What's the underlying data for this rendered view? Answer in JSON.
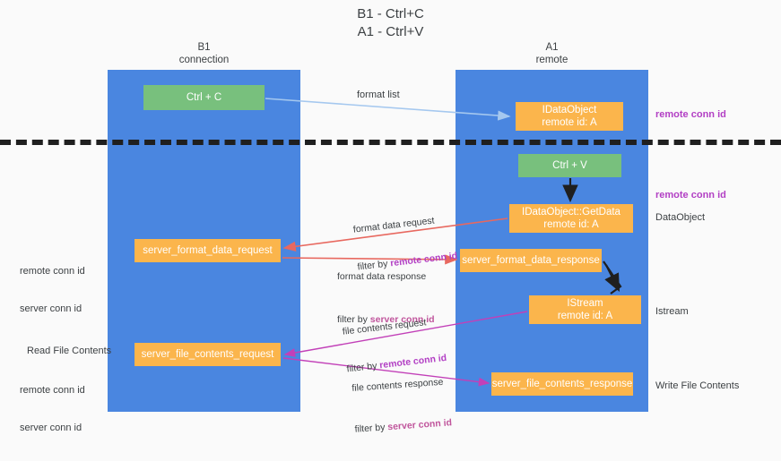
{
  "title": "B1 - Ctrl+C\nA1 - Ctrl+V",
  "lanes": [
    {
      "id": "b1",
      "header": "B1\nconnection",
      "color": "#4a86e0"
    },
    {
      "id": "a1",
      "header": "A1\nremote",
      "color": "#4a86e0"
    }
  ],
  "nodes": {
    "ctrl_c": "Ctrl + C",
    "idataobject": "IDataObject\nremote id: A",
    "ctrl_v": "Ctrl + V",
    "getdata": "IDataObject::GetData\nremote id: A",
    "format_data_request": "server_format_data_request",
    "format_data_response": "server_format_data_response",
    "istream": "IStream\nremote id: A",
    "file_contents_request": "server_file_contents_request",
    "file_contents_response": "server_file_contents_response"
  },
  "edges": {
    "format_list": "format list",
    "format_data_request": "format data request",
    "format_data_request_filter_prefix": "filter by ",
    "format_data_request_filter_key": "remote conn id",
    "format_data_response": "format data response",
    "format_data_response_filter_prefix": "filter by ",
    "format_data_response_filter_key": "server conn id",
    "file_contents_request": "file contents request",
    "file_contents_request_filter_prefix": "filter by ",
    "file_contents_request_filter_key": "remote conn id",
    "file_contents_response": "file contents response",
    "file_contents_response_filter_prefix": "filter by ",
    "file_contents_response_filter_key": "server conn id"
  },
  "side_labels": {
    "remote_conn_id_top": "remote conn id",
    "remote_conn_id_mid": "remote conn id",
    "dataobject": "DataObject",
    "istream": "Istream",
    "write_file_contents": "Write File Contents",
    "read_file_contents": "Read File Contents",
    "left_remote_conn_id_1": "remote conn id",
    "left_server_conn_id_1": "server conn id",
    "left_remote_conn_id_2": "remote conn id",
    "left_server_conn_id_2": "server conn id"
  },
  "colors": {
    "lane": "#4a86e0",
    "green_node": "#78c07d",
    "orange_node": "#fbb54c",
    "magenta": "#b23fc4",
    "pink": "#c0559c",
    "green_text": "#5aa95f",
    "arrow_blue": "#a5c8ef",
    "arrow_red": "#e8685f",
    "arrow_black": "#1f1f1f",
    "arrow_magenta": "#c240b8",
    "divider": "#1f1f1f",
    "background": "#fafafa"
  }
}
